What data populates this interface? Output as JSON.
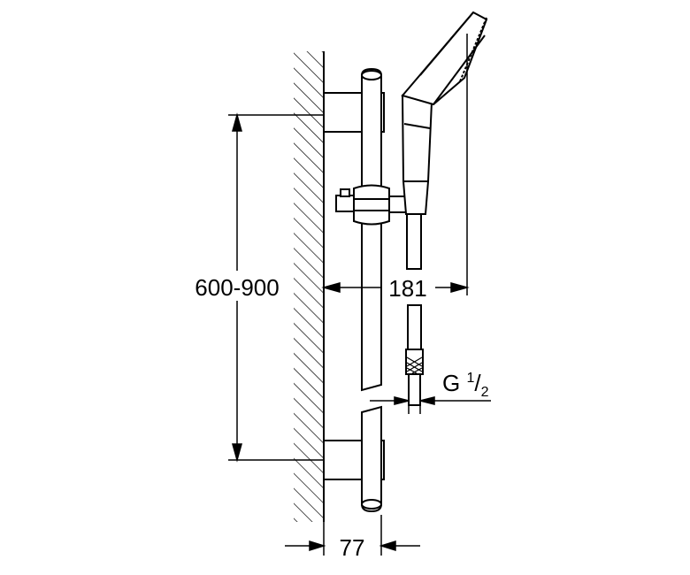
{
  "dimensions": {
    "height_range": "600-900",
    "projection": "181",
    "wall_offset": "77"
  },
  "connection": {
    "prefix": "G ",
    "numerator": "1",
    "slash": "/",
    "denominator": "2"
  },
  "colors": {
    "line": "#000000",
    "background": "#ffffff"
  }
}
